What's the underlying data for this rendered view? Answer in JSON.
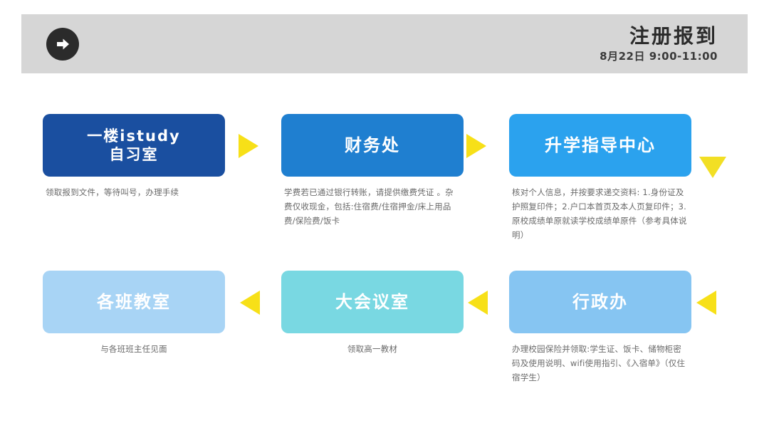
{
  "header": {
    "logo_icon": "arrow-right-circle-icon",
    "title": "注册报到",
    "subtitle": "8月22日 9:00-11:00"
  },
  "flow": {
    "rows": [
      {
        "cards": [
          {
            "label_line1": "一楼istudy",
            "label_line2": "自习室",
            "color": "#1a4fa0",
            "caption": "领取报到文件，等待叫号，办理手续",
            "caption_align": "left"
          },
          {
            "label_line1": "财务处",
            "label_line2": "",
            "color": "#1f7fd0",
            "caption": "学费若已通过银行转账，请提供缴费凭证 。杂费仅收现金，包括:住宿费/住宿押金/床上用品费/保险费/饭卡",
            "caption_align": "left"
          },
          {
            "label_line1": "升学指导中心",
            "label_line2": "",
            "color": "#2ba2ee",
            "caption": "核对个人信息，并按要求递交资料: 1.身份证及护照复印件；2.户口本首页及本人页复印件；3. 原校成绩单原就读学校成绩单原件（参考具体说明）",
            "caption_align": "left"
          }
        ],
        "arrows": [
          {
            "name": "arrow-right-icon-1",
            "direction": "right"
          },
          {
            "name": "arrow-right-icon-2",
            "direction": "right"
          },
          {
            "name": "arrow-down-icon",
            "direction": "down"
          }
        ]
      },
      {
        "cards": [
          {
            "label_line1": "各班教室",
            "label_line2": "",
            "color": "#a8d4f5",
            "caption": "与各班班主任见面",
            "caption_align": "center"
          },
          {
            "label_line1": "大会议室",
            "label_line2": "",
            "color": "#79d8e2",
            "caption": "领取高一教材",
            "caption_align": "center"
          },
          {
            "label_line1": "行政办",
            "label_line2": "",
            "color": "#86c5f2",
            "caption": "办理校园保险并领取:学生证、饭卡、储物柜密码及使用说明、wifi使用指引、《入宿单》（仅住宿学生）",
            "caption_align": "left"
          }
        ],
        "arrows": [
          {
            "name": "arrow-left-icon-1",
            "direction": "left"
          },
          {
            "name": "arrow-left-icon-2",
            "direction": "left"
          },
          {
            "name": "arrow-left-icon-3",
            "direction": "left"
          }
        ]
      }
    ]
  },
  "colors": {
    "header_bg": "#d6d6d6",
    "arrow_yellow": "#f7e018",
    "page_bg": "#ffffff",
    "caption_text": "#6a6a6a"
  }
}
